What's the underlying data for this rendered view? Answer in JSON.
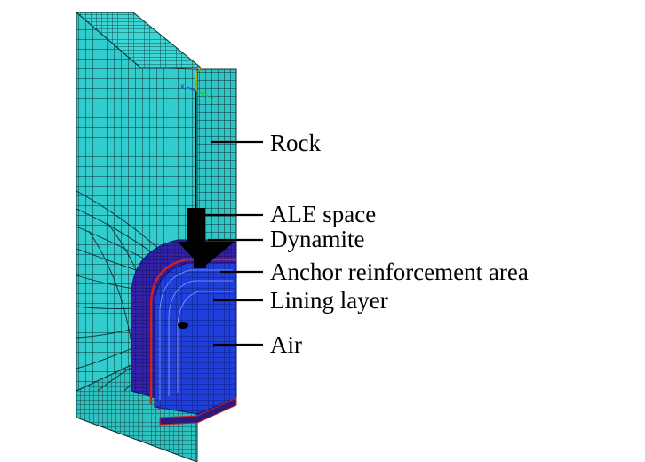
{
  "labels": {
    "rock": "Rock",
    "ale_space": "ALE space",
    "dynamite": "Dynamite",
    "anchor": "Anchor reinforcement area",
    "lining": "Lining layer",
    "air": "Air"
  },
  "axis_triad": {
    "z": "z",
    "y": "y",
    "x": "x"
  },
  "colors": {
    "rock_mesh": "#33cccc",
    "mesh_lines": "#0b2f33",
    "air_mesh": "#1f3fd6",
    "anchor_mesh": "#3322aa",
    "lining": "#cc2222",
    "charge": "#000000"
  }
}
